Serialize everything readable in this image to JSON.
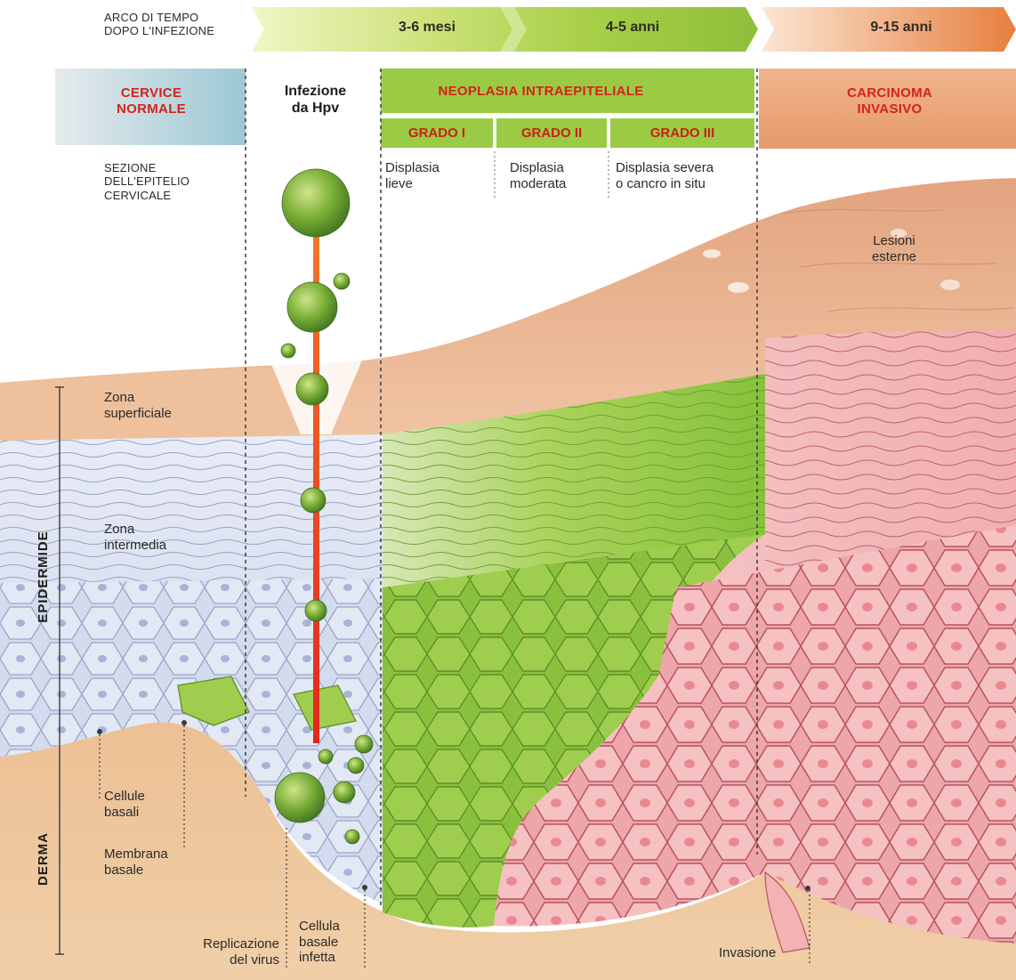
{
  "timeline": {
    "label": "ARCO DI TEMPO\nDOPO L'INFEZIONE",
    "segments": [
      "3-6 mesi",
      "4-5 anni",
      "9-15 anni"
    ]
  },
  "stages": {
    "normal": "CERVICE\nNORMALE",
    "infection": "Infezione\nda Hpv",
    "neoplasia": "NEOPLASIA INTRAEPITELIALE",
    "carcinoma": "CARCINOMA\nINVASIVO"
  },
  "grades": [
    {
      "name": "GRADO I",
      "description": "Displasia\nlieve"
    },
    {
      "name": "GRADO II",
      "description": "Displasia\nmoderata"
    },
    {
      "name": "GRADO III",
      "description": "Displasia severa\no cancro in situ"
    }
  ],
  "labels": {
    "section": "SEZIONE\nDELL'EPITELIO\nCERVICALE",
    "external_lesions": "Lesioni\nesterne",
    "superficial_zone": "Zona\nsuperficiale",
    "intermediate_zone": "Zona\nintermedia",
    "epidermis": "EPIDERMIDE",
    "dermis": "DERMA",
    "basal_cells": "Cellule\nbasali",
    "basal_membrane": "Membrana\nbasale",
    "virus_replication": "Replicazione\ndel virus",
    "infected_basal_cell": "Cellula\nbasale\ninfetta",
    "invasion": "Invasione"
  },
  "colors": {
    "normal_header": "#a9cfd8",
    "neoplasia_green": "#8cc43c",
    "carcinoma_header": "#e99a6a",
    "stage_red": "#d2241a",
    "dermis": "#e8b98a",
    "pink_cells": "#f3b8b8",
    "blue_cells": "#cdd6ea"
  }
}
